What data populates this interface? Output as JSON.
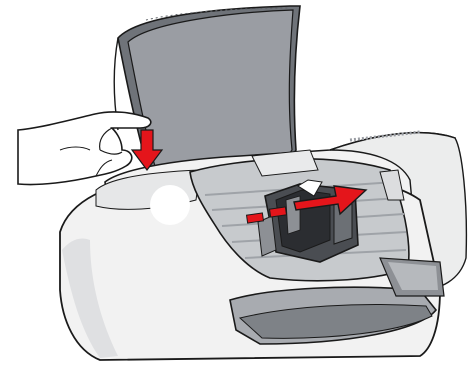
{
  "illustration": {
    "subject": "printer-cartridge-replacement",
    "colors": {
      "outline": "#1a1a1a",
      "paper_support": "#9a9da3",
      "paper_support_dark": "#6f7379",
      "body": "#f2f2f2",
      "body_shade": "#d6d7d9",
      "slot_gray": "#b9bcc0",
      "interior": "#c7cacd",
      "rail": "#9fa3a8",
      "carriage": "#4a4d52",
      "carriage_dark": "#2b2d31",
      "tray": "#a8abb0",
      "tray_dark": "#7e8287",
      "arrow_red": "#e4151b",
      "hand": "#ffffff"
    },
    "icons": [
      "hand-pressing",
      "red-arrow-down",
      "red-arrow-right"
    ]
  }
}
